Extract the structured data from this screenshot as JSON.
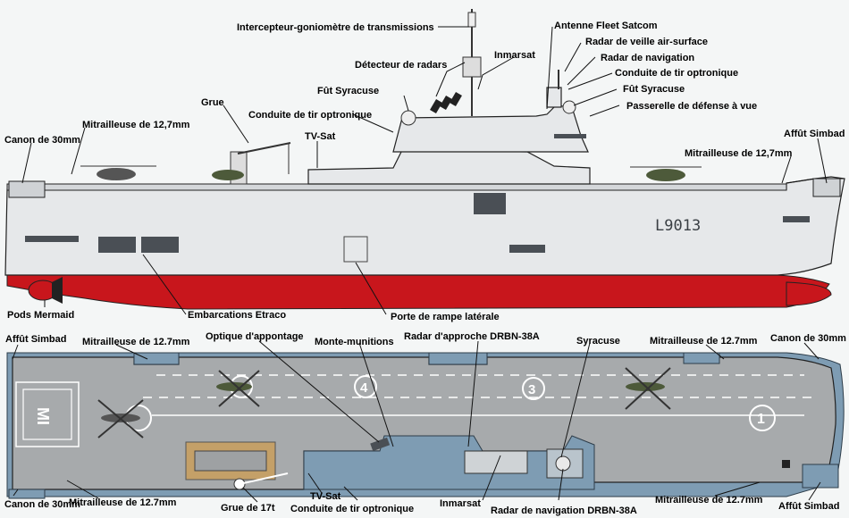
{
  "side_view": {
    "hull_number": "L9013",
    "labels": {
      "intercepteur": "Intercepteur-goniomètre de transmissions",
      "antenne_fleet": "Antenne Fleet Satcom",
      "radar_veille": "Radar de veille air-surface",
      "radar_nav": "Radar de navigation",
      "inmarsat": "Inmarsat",
      "conduite_tir_right": "Conduite de tir optronique",
      "detecteur": "Détecteur de radars",
      "fut_syracuse_left": "Fût Syracuse",
      "fut_syracuse_right": "Fût Syracuse",
      "passerelle": "Passerelle de défense à vue",
      "grue": "Grue",
      "conduite_tir_left": "Conduite de tir optronique",
      "mitrailleuse_left": "Mitrailleuse de 12,7mm",
      "canon_left": "Canon de 30mm",
      "tv_sat": "TV-Sat",
      "affut_simbad": "Affût Simbad",
      "mitrailleuse_right": "Mitrailleuse de 12,7mm",
      "pods": "Pods Mermaid",
      "embarcations": "Embarcations Etraco",
      "porte_rampe": "Porte de rampe latérale"
    }
  },
  "top_view": {
    "deck_marks": [
      "MI",
      "4",
      "3",
      "1"
    ],
    "labels": {
      "affut_simbad_tl": "Affût Simbad",
      "mitrailleuse_tl": "Mitrailleuse de 12.7mm",
      "optique": "Optique d'appontage",
      "monte_munitions": "Monte-munitions",
      "radar_approche": "Radar d'approche DRBN-38A",
      "syracuse": "Syracuse",
      "mitrailleuse_tr": "Mitrailleuse de 12.7mm",
      "canon_tr": "Canon de 30mm",
      "canon_bl": "Canon de 30mm",
      "mitrailleuse_bl": "Mitrailleuse de 12.7mm",
      "grue_17t": "Grue de 17t",
      "tv_sat": "TV-Sat",
      "conduite_tir": "Conduite de tir optronique",
      "inmarsat": "Inmarsat",
      "radar_nav": "Radar de navigation DRBN-38A",
      "mitrailleuse_br": "Mitrailleuse de 12.7mm",
      "affut_simbad_br": "Affût Simbad"
    }
  }
}
